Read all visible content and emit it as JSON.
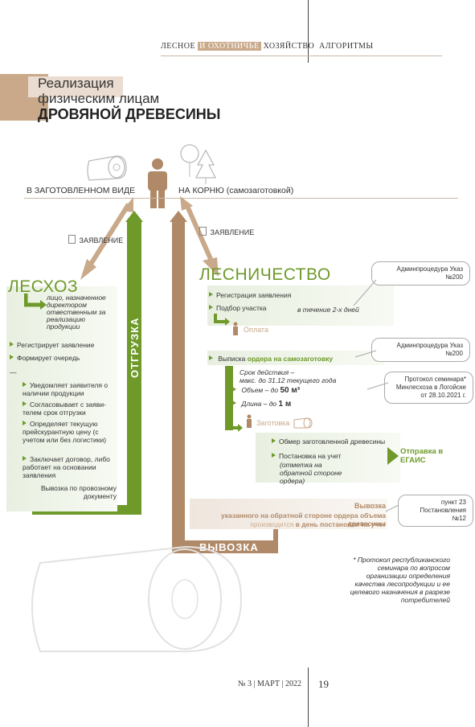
{
  "header": {
    "magazine_part1": "ЛЕСНОЕ",
    "magazine_highlight": "И ОХОТНИЧЬЕ",
    "magazine_part2": "ХОЗЯЙСТВО",
    "section": "АЛГОРИТМЫ"
  },
  "title": {
    "line1": "Реализация",
    "line2": "физическим лицам",
    "line3": "ДРОВЯНОЙ ДРЕВЕСИНЫ"
  },
  "top": {
    "left_label": "В ЗАГОТОВЛЕННОМ ВИДЕ",
    "right_label": "НА КОРНЮ (самозаготовкой)",
    "application_left": "ЗАЯВЛЕНИЕ",
    "application_right": "ЗАЯВЛЕНИЕ"
  },
  "leskhoz": {
    "title": "ЛЕСХОЗ",
    "note": "лицо, назначенное директором отвественным за реализацию продукции",
    "items": [
      "Регистрирует заявление",
      "Формирует очередь"
    ],
    "sub_items": [
      "Уведомляет заявителя о наличии продукции",
      "Согласовывает с заяви-телем срок отгрузки",
      "Определяет текущую прейскурантную цену (с учетом или без логистики)",
      "Заключает договор, либо работает на основании заявления"
    ],
    "dash": "—",
    "delivery": "Вывозка по провозному документу",
    "vertical_label": "ОТГРУЗКА"
  },
  "lesnichestvo": {
    "title": "ЛЕСНИЧЕСТВО",
    "reg": "Регистрация заявления",
    "plot": "Подбор участка",
    "two_days": "в течение 2-х дней",
    "payment": "Оплата",
    "order": "Выписка ",
    "order_bold": "ордера на самозаготовку",
    "validity": "Срок действия –",
    "validity2": "макс. до 31.12 текущего года",
    "volume": "Объем – до ",
    "volume_val": "50 м³",
    "length": "Длина – до ",
    "length_val": "1 м",
    "harvest": "Заготовка",
    "measure": "Обмер заготовленной древесины",
    "register": "Постановка на учет",
    "register_note": "(отметка на обратной стороне ордера)",
    "egais": "Отправка в ЕГАИС",
    "removal1": "Вывозка",
    "removal2": "указанного на обратной стороне ордера объема древесины",
    "removal3a": "производится ",
    "removal3b": "в день постановки на учет",
    "vertical_label": "ВЫВОЗКА"
  },
  "callouts": {
    "c1": "Админпроцедура Указ №200",
    "c2": "Админпроцедура Указ №200",
    "c3": "Протокол семинара* Минлесхоза в Логойске от 28.10.2021 г.",
    "c4": "пункт 23 Постановления №12"
  },
  "footnote": "* Протокол республиканского семинара по вопросом организации определения качества лесопродукции и ее целевого назначения в разрезе потребителей",
  "footer": {
    "issue": "№ 3 | МАРТ | 2022",
    "page": "19"
  },
  "colors": {
    "green": "#6f9a2a",
    "brown": "#b08a68",
    "accent": "#c9a98a"
  }
}
